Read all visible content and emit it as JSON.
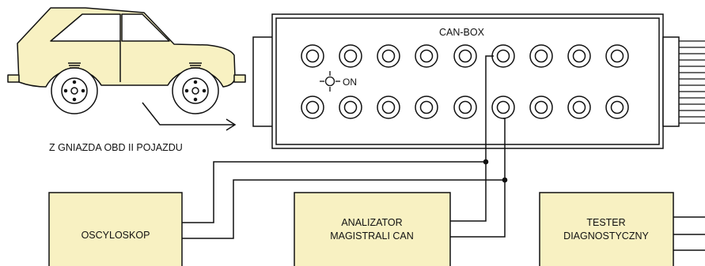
{
  "colors": {
    "fill": "#f8f1c2",
    "stroke": "#111111",
    "background": "#ffffff"
  },
  "canbox": {
    "title": "CAN-BOX",
    "indicator_label": "ON",
    "rows": 2,
    "sockets_per_row": 9
  },
  "source_label": "Z GNIAZDA OBD II POJAZDU",
  "devices": {
    "oscilloscope": {
      "label": "OSCYLOSKOP"
    },
    "analyzer": {
      "line1": "ANALIZATOR",
      "line2": "MAGISTRALI CAN"
    },
    "tester": {
      "line1": "TESTER",
      "line2": "DIAGNOSTYCZNY"
    }
  },
  "icons": [
    "car-icon",
    "wheel-icon",
    "socket-icon",
    "led-indicator-icon",
    "arrow-icon",
    "junction-dot-icon"
  ]
}
